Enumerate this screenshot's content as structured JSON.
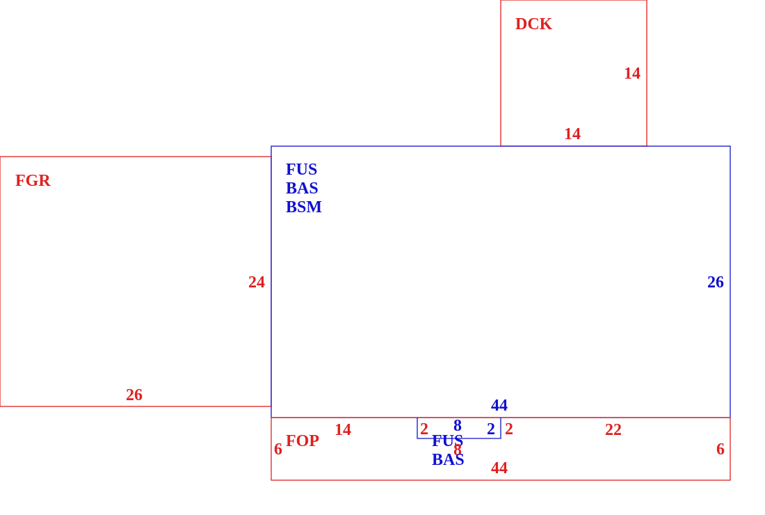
{
  "colors": {
    "exterior": "#e02020",
    "main": "#1010d0"
  },
  "sketch": {
    "dck": {
      "code": "DCK",
      "side": "14",
      "bottom": "14"
    },
    "fgr": {
      "code": "FGR",
      "side": "24",
      "bottom": "26"
    },
    "main": {
      "codes": [
        "FUS",
        "BAS",
        "BSM"
      ],
      "side": "26",
      "bottom": "44"
    },
    "fop": {
      "code": "FOP",
      "left": "6",
      "right": "6",
      "top_left": "14",
      "top_right": "22",
      "bottom": "44",
      "jog_left": "2",
      "jog_right": "2"
    },
    "bump": {
      "codes": [
        "FUS",
        "BAS"
      ],
      "top": "8",
      "right": "2",
      "inner": "8"
    }
  }
}
